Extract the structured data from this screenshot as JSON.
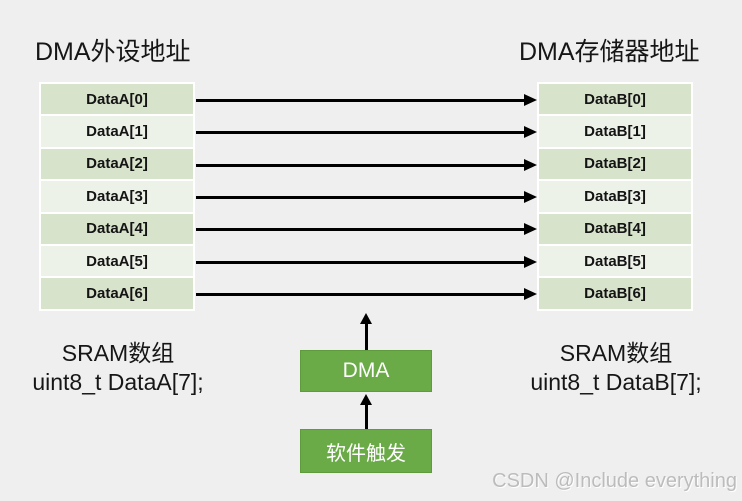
{
  "left_section": {
    "title": "DMA外设地址",
    "rows": [
      "DataA[0]",
      "DataA[1]",
      "DataA[2]",
      "DataA[3]",
      "DataA[4]",
      "DataA[5]",
      "DataA[6]"
    ],
    "caption_line1": "SRAM数组",
    "caption_line2": "uint8_t DataA[7];"
  },
  "right_section": {
    "title": "DMA存储器地址",
    "rows": [
      "DataB[0]",
      "DataB[1]",
      "DataB[2]",
      "DataB[3]",
      "DataB[4]",
      "DataB[5]",
      "DataB[6]"
    ],
    "caption_line1": "SRAM数组",
    "caption_line2": "uint8_t DataB[7];"
  },
  "dma": {
    "label": "DMA",
    "trigger_label": "软件触发"
  },
  "watermark": "CSDN @Include everything",
  "colors": {
    "background": "#efefef",
    "row_dark": "#d7e3cb",
    "row_light": "#edf2e8",
    "green_box": "#6aaa47",
    "green_border": "#5d9b3d",
    "arrow": "#000000",
    "watermark": "#bcbcbc"
  }
}
